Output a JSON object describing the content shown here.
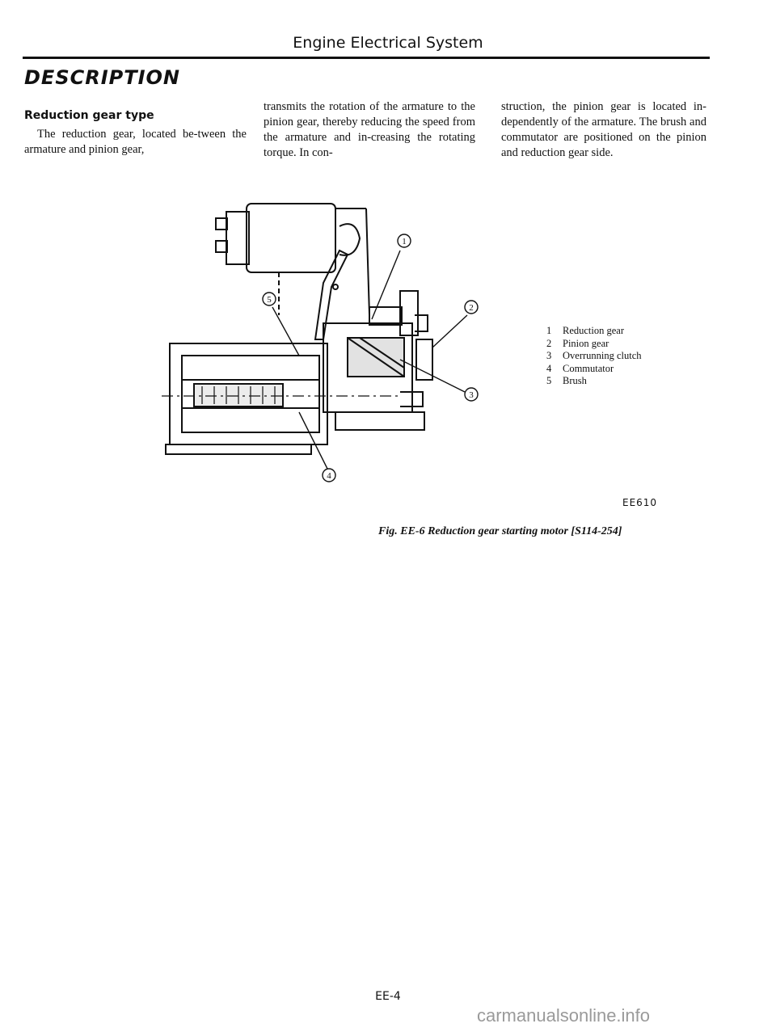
{
  "header": {
    "title": "Engine Electrical System"
  },
  "section": {
    "title": "DESCRIPTION",
    "subheading": "Reduction gear type"
  },
  "body": {
    "col1": "The reduction gear, located be-tween the armature and pinion gear,",
    "col2": "transmits the rotation of the armature to the pinion gear, thereby reducing the speed from the armature and in-creasing the rotating torque. In con-",
    "col3": "struction, the pinion gear is located in-dependently of the armature. The brush and commutator are positioned on the pinion and reduction gear side."
  },
  "figure": {
    "callouts": [
      "1",
      "2",
      "3",
      "4",
      "5"
    ],
    "legend": [
      {
        "num": "1",
        "label": "Reduction gear"
      },
      {
        "num": "2",
        "label": "Pinion gear"
      },
      {
        "num": "3",
        "label": "Overrunning clutch"
      },
      {
        "num": "4",
        "label": "Commutator"
      },
      {
        "num": "5",
        "label": "Brush"
      }
    ],
    "code": "EE610",
    "caption": "Fig. EE-6 Reduction gear starting motor [S114-254]"
  },
  "footer": {
    "page": "EE-4",
    "watermark": "carmanualsonline.info"
  }
}
